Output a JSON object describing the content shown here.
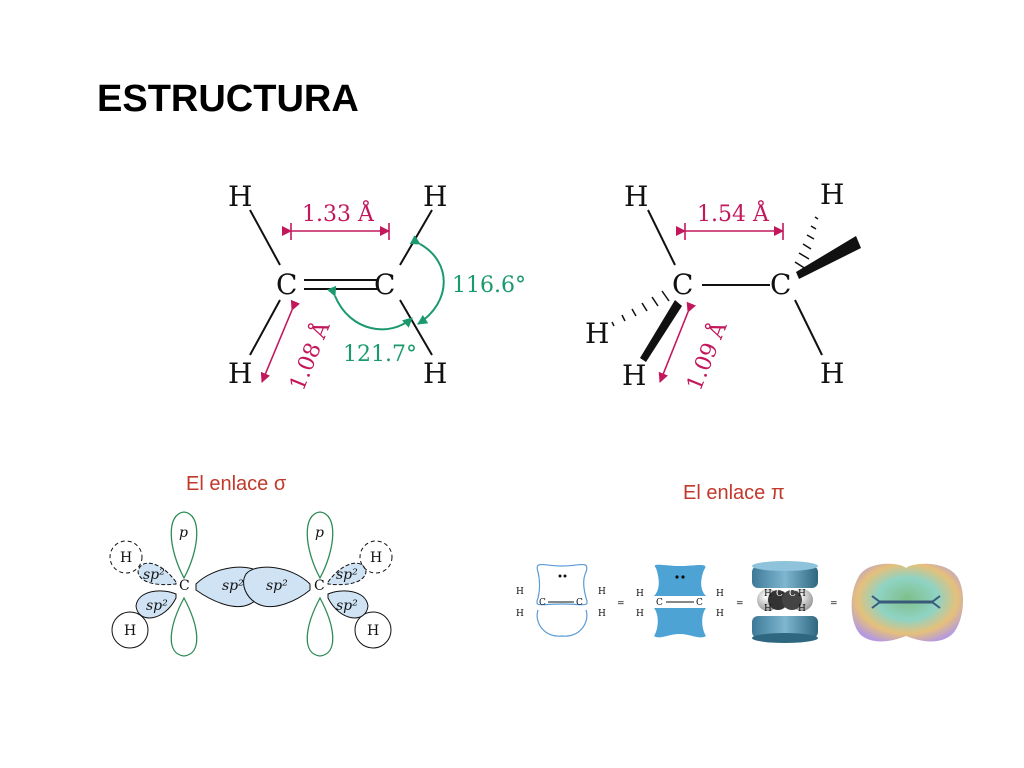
{
  "title": "ESTRUCTURA",
  "ethylene": {
    "h_tl": "H",
    "h_tr": "H",
    "h_bl": "H",
    "h_br": "H",
    "c_left": "C",
    "c_right": "C",
    "cc_length": "1.33 Å",
    "ch_length": "1.08 Å",
    "angle_hch": "116.6°",
    "angle_hcc": "121.7°"
  },
  "ethane": {
    "h_tl": "H",
    "h_tr": "H",
    "h_l": "H",
    "h_bl": "H",
    "h_br": "H",
    "c_left": "C",
    "c_right": "C",
    "cc_length": "1.54 Å",
    "ch_length": "1.09 Å"
  },
  "sigma": {
    "caption": "El enlace σ",
    "p": "p",
    "sp2": "sp²",
    "c": "C",
    "h": "H"
  },
  "pi": {
    "caption": "El enlace π",
    "h": "H",
    "c": "C",
    "equals": "="
  },
  "colors": {
    "dimension": "#c2185b",
    "angle": "#1a9a6c",
    "orbital_fill": "#cfe3f5",
    "orbital_stroke": "#2e8b57"
  }
}
